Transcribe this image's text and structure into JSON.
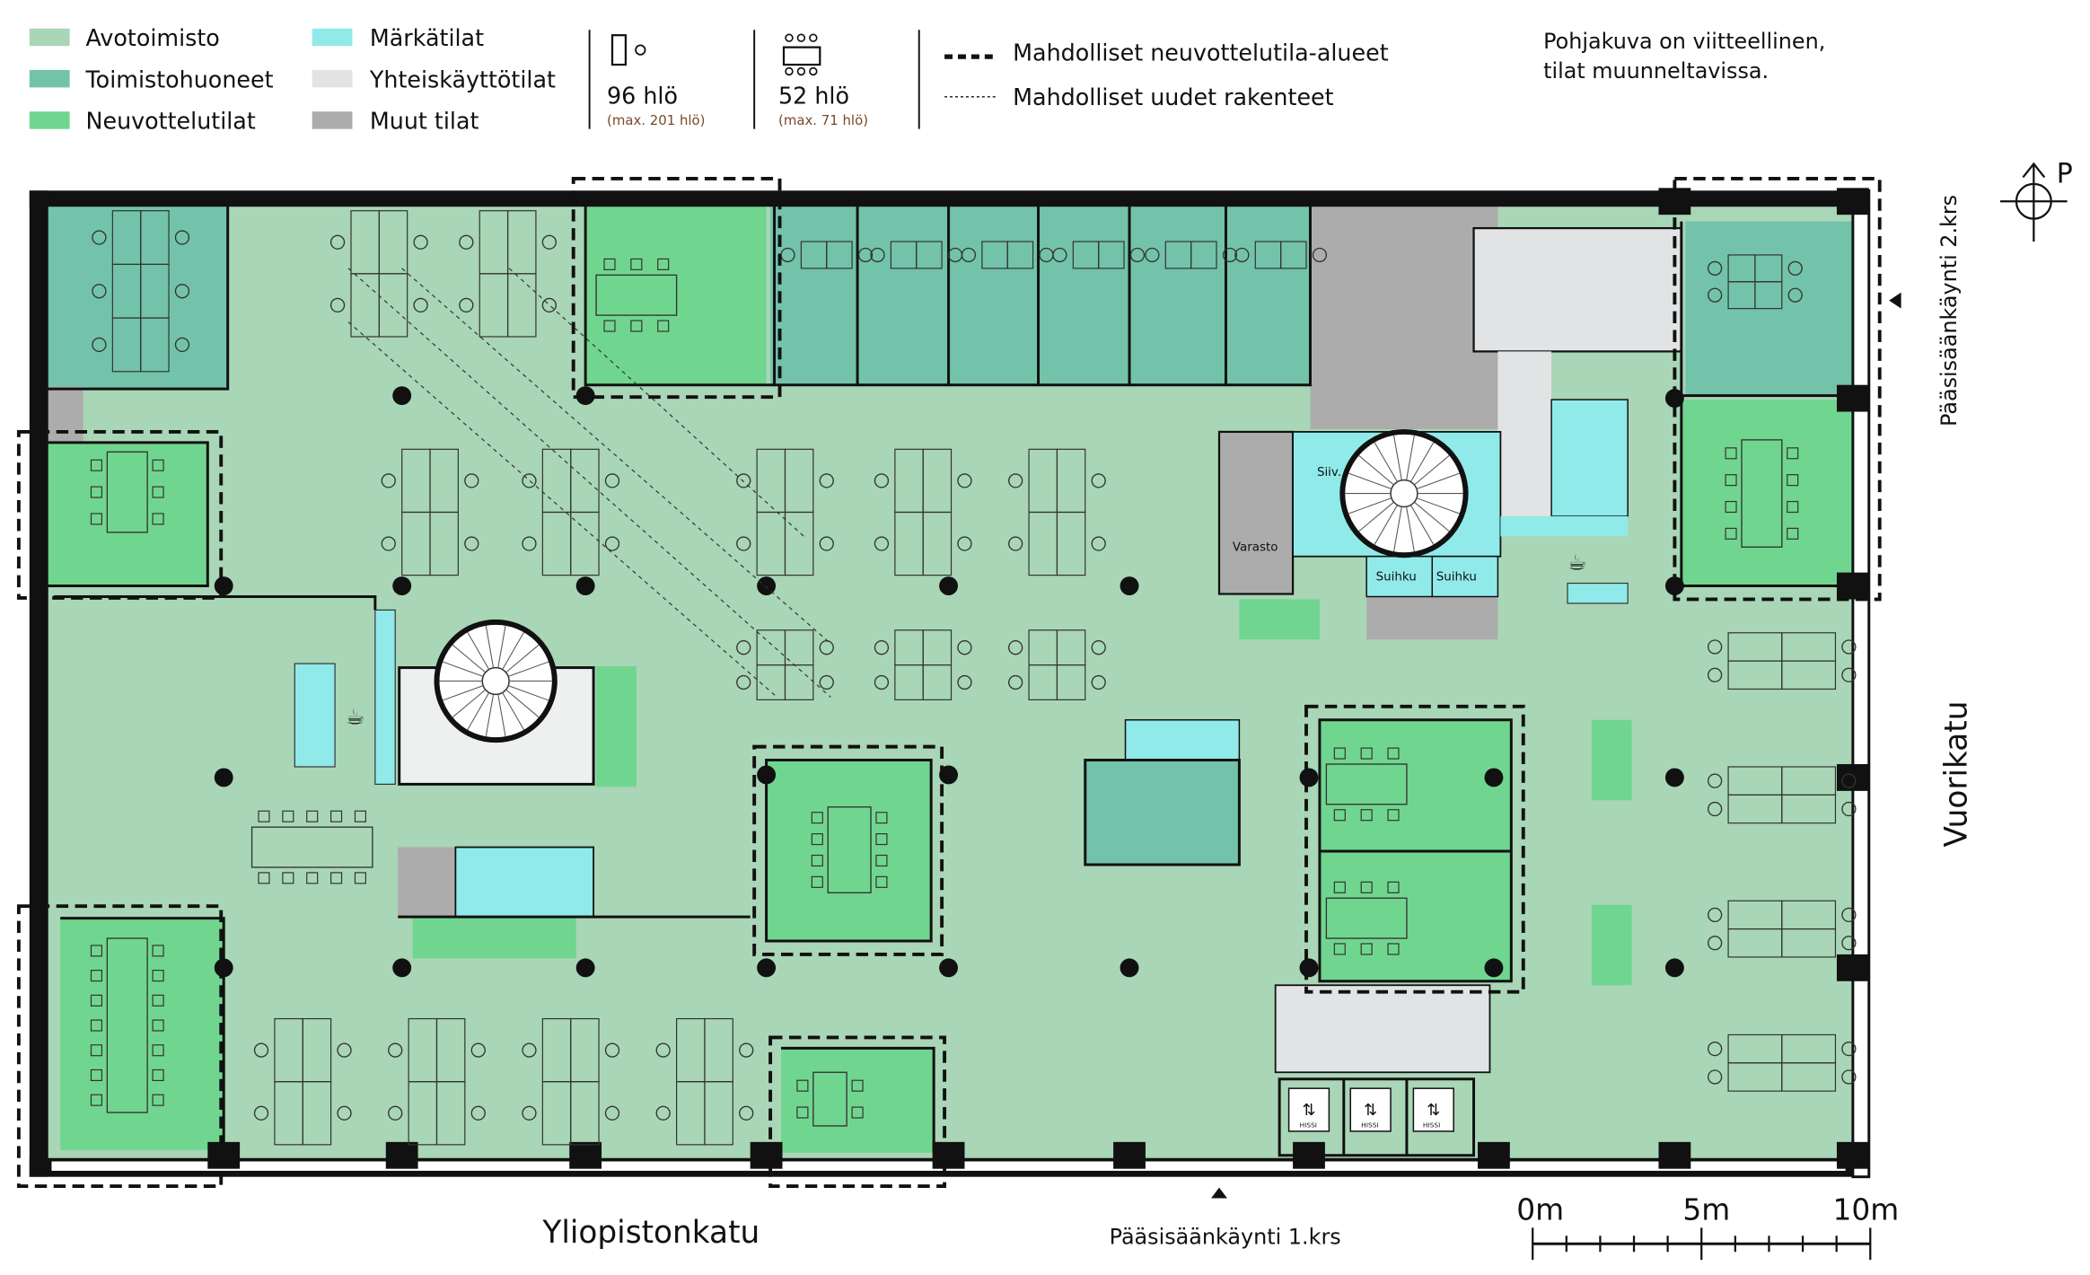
{
  "legend": {
    "items": [
      {
        "label": "Avotoimisto",
        "color": "#a9d6b6"
      },
      {
        "label": "Toimistohuoneet",
        "color": "#72c3a9"
      },
      {
        "label": "Neuvottelutilat",
        "color": "#70d68f"
      },
      {
        "label": "Märkätilat",
        "color": "#91eaea"
      },
      {
        "label": "Yhteiskäyttötilat",
        "color": "#e2e3e4"
      },
      {
        "label": "Muut tilat",
        "color": "#acacac"
      }
    ],
    "capacity": [
      {
        "value": "96 hlö",
        "max": "(max. 201 hlö)",
        "icon": "desk-icon"
      },
      {
        "value": "52 hlö",
        "max": "(max. 71 hlö)",
        "icon": "meeting-table-icon"
      }
    ],
    "lines": [
      {
        "label": "Mahdolliset neuvottelutila-alueet",
        "style": "thick-dashed"
      },
      {
        "label": "Mahdolliset uudet rakenteet",
        "style": "thin-dotted"
      }
    ],
    "note_line1": "Pohjakuva on viitteellinen,",
    "note_line2": "tilat muunneltavissa."
  },
  "rooms": {
    "siiv": "Siiv.",
    "varasto": "Varasto",
    "suihku1": "Suihku",
    "suihku2": "Suihku",
    "hissi1": "HISSI",
    "hissi2": "HISSI",
    "hissi3": "HISSI"
  },
  "streets": {
    "south": "Yliopistonkatu",
    "east": "Vuorikatu",
    "entrance1": "Pääsisäänkäynti 1.krs",
    "entrance2": "Pääsisäänkäynti 2.krs"
  },
  "north": "P",
  "scale": {
    "labels": [
      "0m",
      "5m",
      "10m"
    ]
  },
  "colors": {
    "avotoimisto": "#a9d6b6",
    "toimisto": "#72c3a9",
    "neuvottelu": "#70d68f",
    "marka": "#91eaea",
    "yhteis": "#e2e3e4",
    "muut": "#acacac"
  }
}
